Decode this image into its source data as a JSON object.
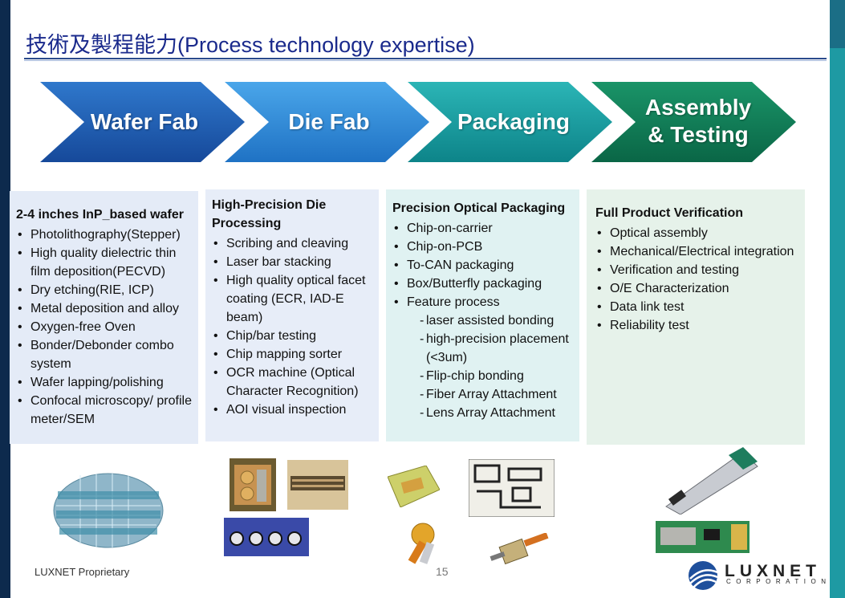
{
  "title": "技術及製程能力(Process technology expertise)",
  "stages": [
    {
      "label": "Wafer Fab",
      "color": "#1f5fb0"
    },
    {
      "label": "Die Fab",
      "color": "#2d88d6"
    },
    {
      "label": "Packaging",
      "color": "#159aa0"
    },
    {
      "label": "Assembly\n& Testing",
      "color": "#0f7a55"
    }
  ],
  "columns": [
    {
      "heading": "2-4 inches InP_based wafer",
      "items": [
        {
          "text": "Photolithography(Stepper)"
        },
        {
          "text": "High quality dielectric thin film deposition(PECVD)"
        },
        {
          "text": "Dry etching(RIE, ICP)"
        },
        {
          "text": "Metal deposition and alloy"
        },
        {
          "text": "Oxygen-free Oven"
        },
        {
          "text": "Bonder/Debonder combo system"
        },
        {
          "text": "Wafer lapping/polishing"
        },
        {
          "text": "Confocal microscopy/ profile meter/SEM"
        }
      ]
    },
    {
      "heading": "High-Precision Die Processing",
      "items": [
        {
          "text": "Scribing and cleaving"
        },
        {
          "text": "Laser bar stacking"
        },
        {
          "text": "High quality optical facet coating (ECR, IAD-E beam)"
        },
        {
          "text": "Chip/bar testing"
        },
        {
          "text": "Chip mapping sorter"
        },
        {
          "text": "OCR machine (Optical Character Recognition)"
        },
        {
          "text": "AOI visual inspection"
        }
      ]
    },
    {
      "heading": "Precision Optical Packaging",
      "items": [
        {
          "text": "Chip-on-carrier"
        },
        {
          "text": "Chip-on-PCB"
        },
        {
          "text": "To-CAN packaging"
        },
        {
          "text": "Box/Butterfly packaging"
        },
        {
          "text": "Feature process"
        },
        {
          "text": "laser assisted bonding",
          "sub": true
        },
        {
          "text": "high-precision placement (<3um)",
          "sub": true
        },
        {
          "text": "Flip-chip bonding",
          "sub": true
        },
        {
          "text": "Fiber Array Attachment",
          "sub": true
        },
        {
          "text": "Lens Array Attachment",
          "sub": true
        }
      ]
    },
    {
      "heading": "Full Product Verification",
      "items": [
        {
          "text": "Optical assembly"
        },
        {
          "text": "Mechanical/Electrical integration"
        },
        {
          "text": "Verification and testing"
        },
        {
          "text": "O/E Characterization"
        },
        {
          "text": "Data link test"
        },
        {
          "text": "Reliability test"
        }
      ]
    }
  ],
  "footer": {
    "proprietary": "LUXNET Proprietary",
    "page": "15",
    "logo_text": "LUXNET",
    "logo_sub": "CORPORATION"
  }
}
